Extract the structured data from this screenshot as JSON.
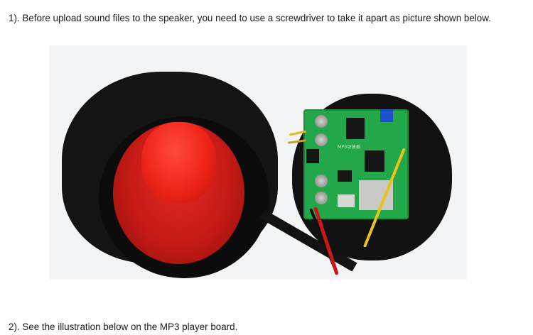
{
  "document": {
    "paragraphs": [
      {
        "id": "step1",
        "text": "1). Before upload sound files to the speaker, you need to use a screwdriver to take it apart as picture shown below."
      },
      {
        "id": "step2",
        "text": "2). See the illustration below on the MP3 player board."
      }
    ],
    "figure": {
      "description": "Disassembled speaker: red horn speaker on left, opened rear housing with green MP3 player board on right",
      "board_silkscreen": "MP3功放板"
    }
  }
}
